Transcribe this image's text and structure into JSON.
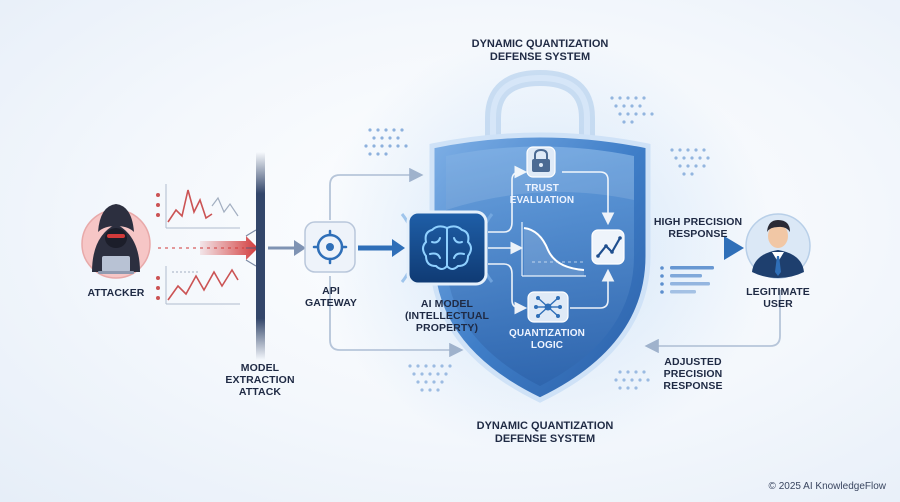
{
  "title_top": "DYNAMIC QUANTIZATION\nDEFENSE SYSTEM",
  "title_bottom": "DYNAMIC QUANTIZATION\nDEFENSE SYSTEM",
  "nodes": {
    "attacker": "ATTACKER",
    "attack_label": "MODEL\nEXTRACTION\nATTACK",
    "gateway": "API\nGATEWAY",
    "model": "AI MODEL\n(INTELLECTUAL\nPROPERTY)",
    "trust": "TRUST\nEVALUATION",
    "quant": "QUANTIZATION\nLOGIC",
    "user": "LEGITIMATE\nUSER"
  },
  "edges": {
    "high": "HIGH PRECISION\nRESPONSE",
    "adjusted": "ADJUSTED\nPRECISION\nRESPONSE"
  },
  "colors": {
    "accent_blue": "#2f6fb8",
    "attack_red": "#d23a3a",
    "shield_blue": "#4b8ad0"
  },
  "footer": "© 2025 AI KnowledgeFlow"
}
